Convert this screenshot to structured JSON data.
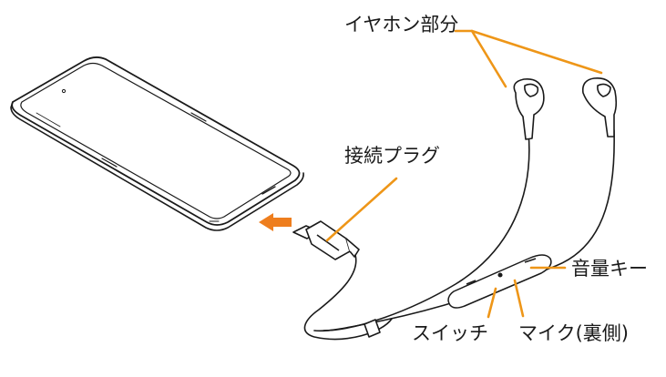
{
  "labels": {
    "earphone": "イヤホン部分",
    "plug": "接続プラグ",
    "volume": "音量キー",
    "switch": "スイッチ",
    "mic": "マイク(裏側)"
  },
  "colors": {
    "leader": "#EE9618",
    "arrow": "#EE7E1E",
    "outline": "#1a1a1a"
  }
}
